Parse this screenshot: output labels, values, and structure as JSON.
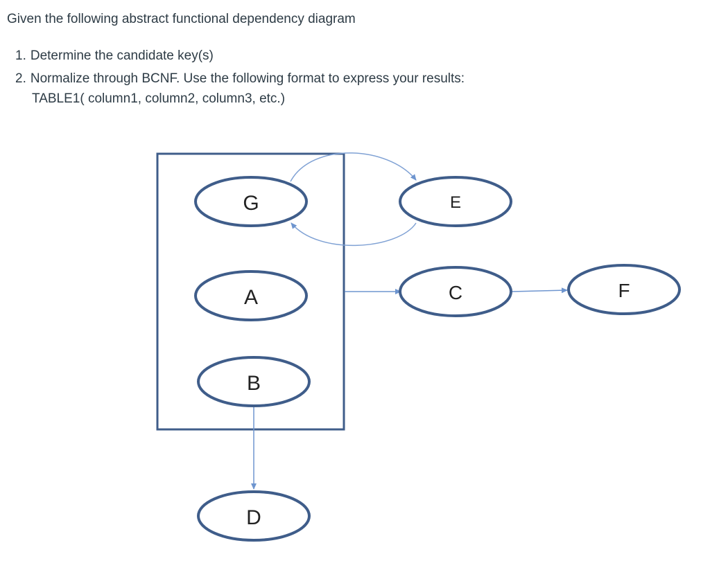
{
  "question": {
    "intro": "Given the following abstract functional dependency diagram",
    "steps": [
      {
        "number": "1.",
        "text": "Determine the candidate key(s)"
      },
      {
        "number": "2.",
        "text": "Normalize through BCNF. Use the following format to express your results:"
      }
    ],
    "format_example": "TABLE1( column1, column2, column3, etc.)"
  },
  "diagram": {
    "nodes": {
      "G": "G",
      "A": "A",
      "B": "B",
      "E": "E",
      "C": "C",
      "F": "F",
      "D": "D"
    },
    "composite_key_members": [
      "G",
      "A",
      "B"
    ],
    "dependencies": [
      {
        "from": "G",
        "to": "E"
      },
      {
        "from": "E",
        "to": "G"
      },
      {
        "from": "G,A,B",
        "to": "C"
      },
      {
        "from": "C",
        "to": "F"
      },
      {
        "from": "B",
        "to": "D"
      }
    ],
    "colors": {
      "box_stroke": "#3f5d8a",
      "ellipse_stroke": "#3f5d8a",
      "arrow": "#6e95cf",
      "text": "#2d3b45"
    }
  }
}
